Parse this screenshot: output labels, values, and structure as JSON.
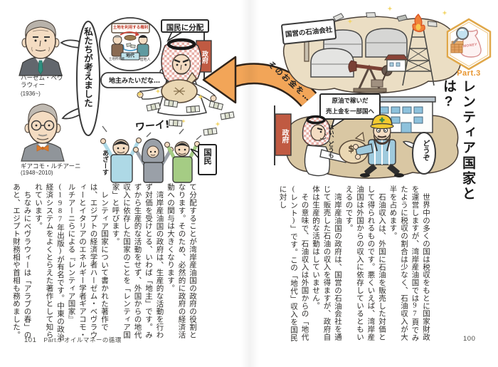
{
  "spread": {
    "colors": {
      "accent_orange": "#e8952e",
      "flag_red": "#c05a42",
      "arrow_orange": "#f2a558",
      "rent_chip_blue": "#bfe2ea"
    },
    "right_page": {
      "header": {
        "part_label": "Part.3",
        "money_badge_label": "MONEY",
        "chapter_title": "レンティア国家とは?"
      },
      "paragraphs": [
        "世界中の多くの国は税収をもとに国家財政を運営しますが、湾岸産油国では97頁でみたように税収の割合は少なく、石油収入が大半を占めます。",
        "石油収入は、外国に石油を販売した対価として得られるものです。悪くいえば、湾岸産油国は外国からの収入に依存しているともいえるのです。",
        "湾岸産油国の政府は、国営の石油会社を通じて販売した石油の収入を得ますが、政府自体は生産的な活動はしていません。",
        "その意味で、石油収入は外国からの「地代(レント)」です。この「地代」収入を国民に対し"
      ],
      "footer": {
        "page_number": "100"
      }
    },
    "left_page": {
      "paragraphs": [
        "て分配することが湾岸産油国の政府の役割となります。そのため、必然的に政府の経済活動への関与は大きくなります。",
        "湾岸産油国の政府は、生産的な活動を行わず対価を受けとる、いわば「地主」です。みずから生産的な活動をせず、外国からの地代収入に依存した国家のことを「レンティア国家」と呼びます。",
        "レンティア国家について書かれた著作では、エジプトの経済学者ハーゼム・ベヴラウィーとイタリアのエネルギー学者ギアコモ・ルチアーニらによる『レンティア国家』(1987年出版)が有名です。中東の政治経済システムをよくとらえた著作として知られています。",
        "ちなみにベヴラウィーは「アラブの春」のあと、エジプト財務相や首相も務めました。"
      ],
      "footer": {
        "page_number": "101",
        "section_title": "Part.3 オイルマネーの循環"
      }
    },
    "illustration": {
      "economists": [
        {
          "name": "ハーゼム・ベヴラウィー",
          "years": "(1936~)"
        },
        {
          "name": "ギアコモ・ルチアーニ",
          "years": "(1948~2010)"
        }
      ],
      "speech_economists": "私たちが考えました",
      "land_diagram": {
        "sign": "土地を利用する権利",
        "owner_label": "土地所有者",
        "tenant_label": "借地人",
        "rent_chip": "地代"
      },
      "speech_like_landlord": "地主みたいだな…",
      "sign_distribute": "国民に分配",
      "flag_government_left": "政府",
      "flag_government_right": "政府",
      "sign_citizens": "国民",
      "cheer_text": "ワーイ!",
      "thanks_text": "あざーす",
      "arrow_caption": "そのお金を…",
      "sign_state_oil_company": "国営の石油会社",
      "sign_oil_revenue_line1": "原油で稼いだ",
      "sign_oil_revenue_line2": "売上金を一部国へ",
      "speech_receive": "はい、どうも",
      "speech_give": "どうぞ",
      "money_bag_symbol": "$"
    }
  }
}
